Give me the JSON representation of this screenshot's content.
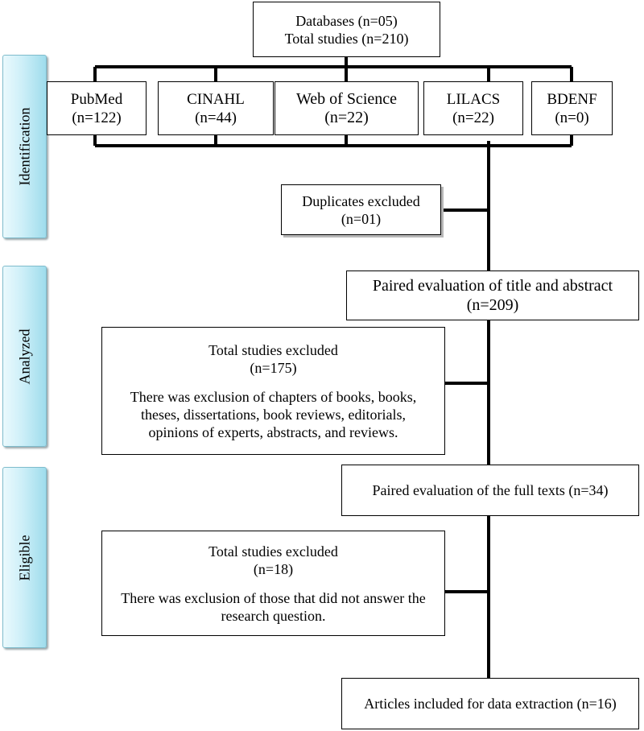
{
  "top": {
    "line1": "Databases (n=05)",
    "line2": "Total studies (n=210)"
  },
  "databases": [
    {
      "name": "PubMed",
      "count": "(n=122)"
    },
    {
      "name": "CINAHL",
      "count": "(n=44)"
    },
    {
      "name": "Web of Science",
      "count": "(n=22)"
    },
    {
      "name": "LILACS",
      "count": "(n=22)"
    },
    {
      "name": "BDENF",
      "count": "(n=0)"
    }
  ],
  "stages": {
    "identification": "Identification",
    "analyzed": "Analyzed",
    "eligible": "Eligible"
  },
  "duplicates": {
    "line1": "Duplicates excluded",
    "line2": "(n=01)"
  },
  "paired_title": {
    "line1": "Paired evaluation of title and abstract",
    "line2": "(n=209)"
  },
  "excluded1": {
    "line1": "Total studies excluded",
    "line2": "(n=175)",
    "para": "There was exclusion of chapters of books, books, theses, dissertations, book reviews, editorials, opinions of experts, abstracts, and reviews."
  },
  "full_texts": {
    "text": "Paired evaluation of the full texts (n=34)"
  },
  "excluded2": {
    "line1": "Total studies excluded",
    "line2": "(n=18)",
    "para": "There was exclusion of those that did not answer the research question."
  },
  "final": {
    "text": "Articles included for data extraction (n=16)"
  }
}
